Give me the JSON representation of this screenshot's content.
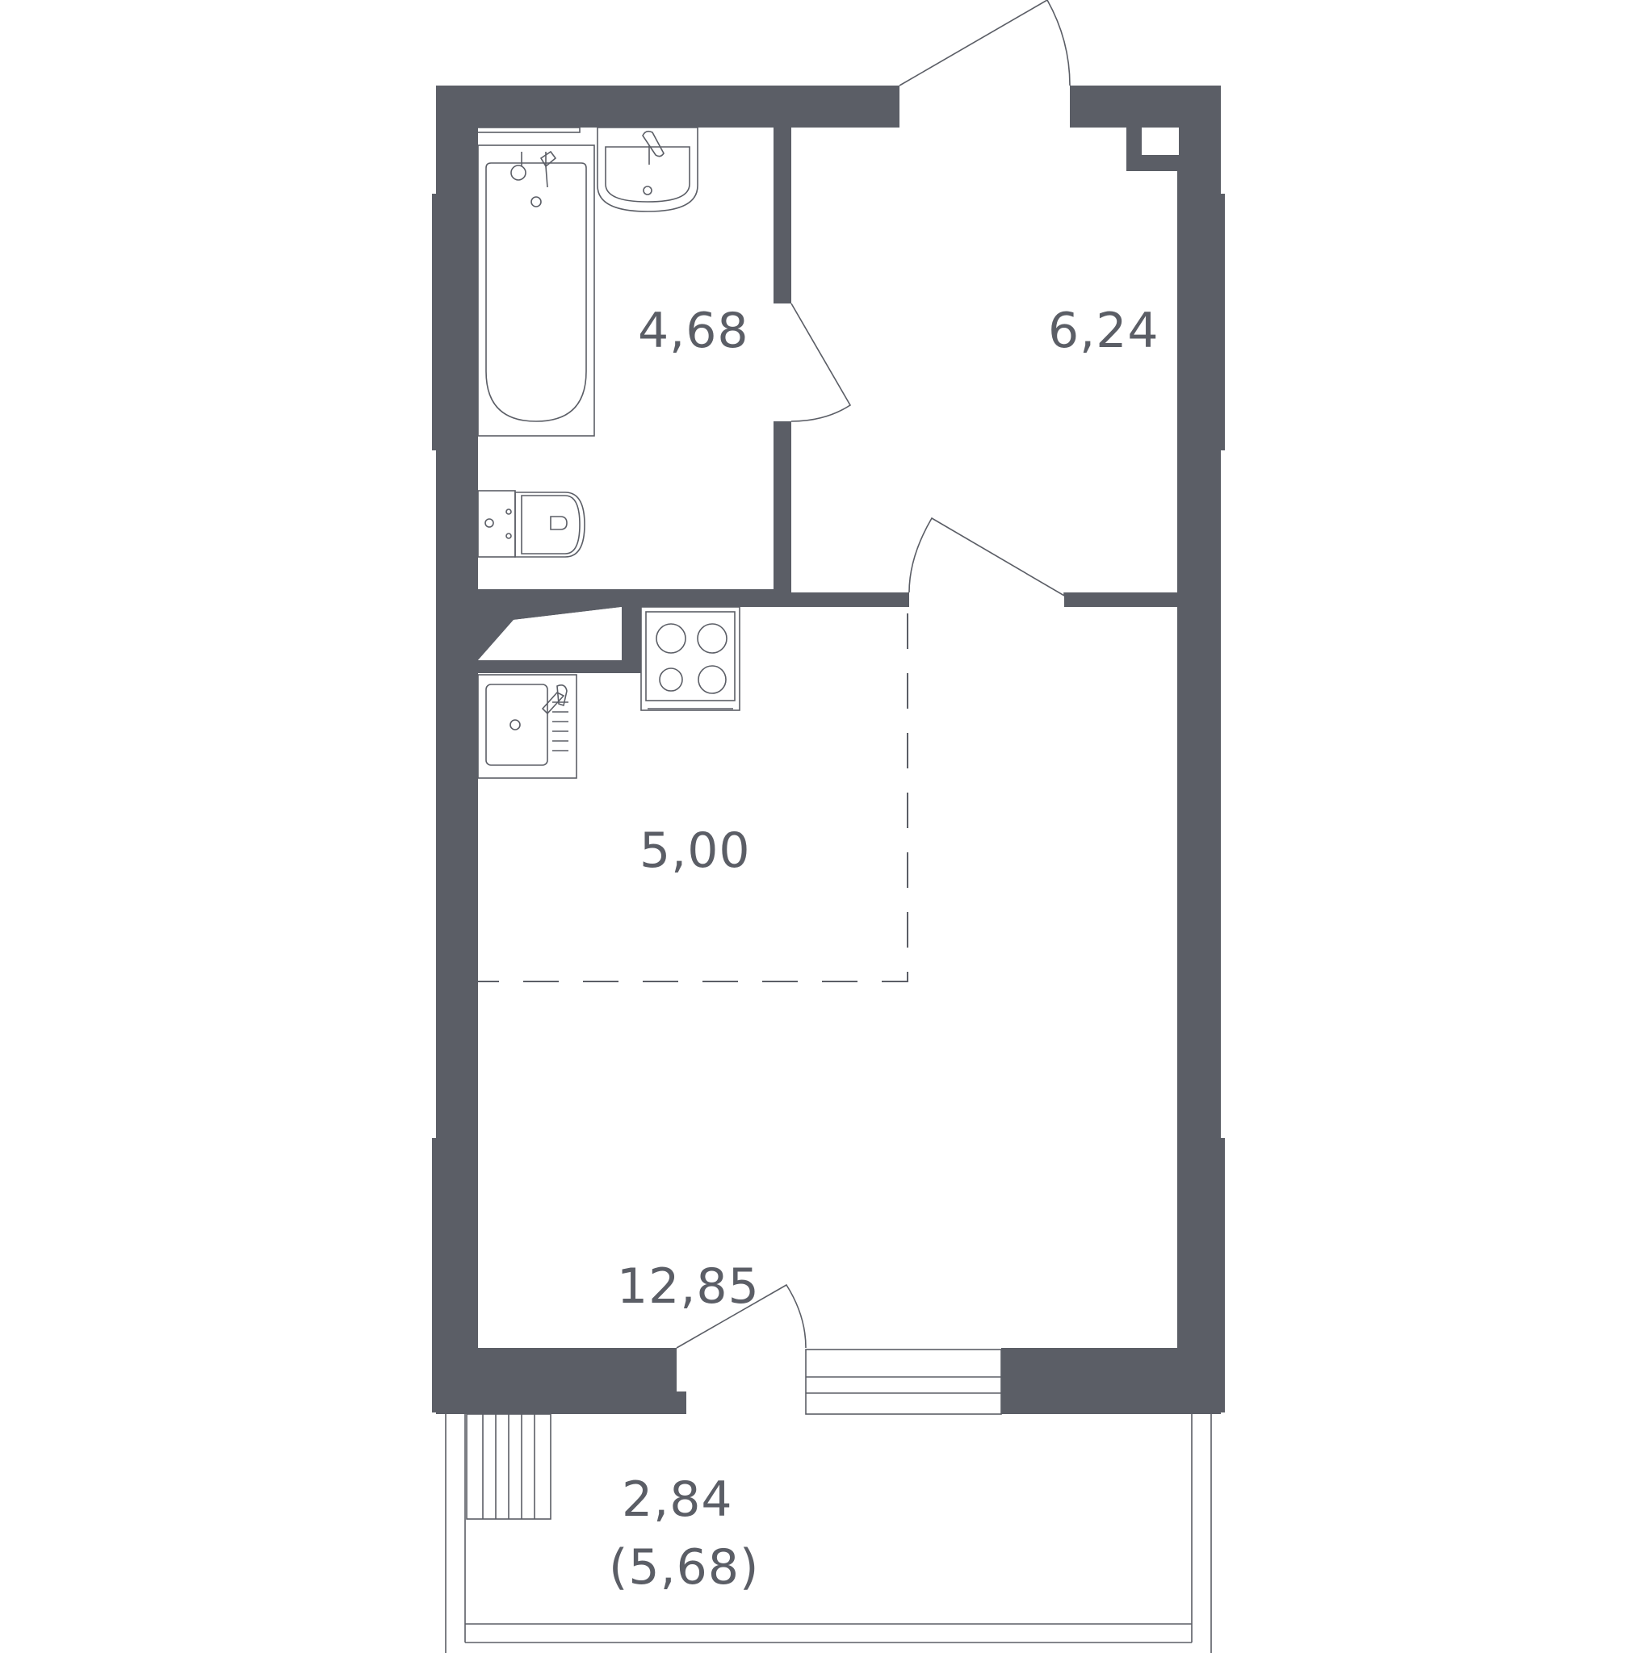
{
  "plan": {
    "rooms": [
      {
        "id": "bathroom",
        "area": "4,68"
      },
      {
        "id": "hallway",
        "area": "6,24"
      },
      {
        "id": "kitchen",
        "area": "5,00"
      },
      {
        "id": "living",
        "area": "12,85"
      },
      {
        "id": "balcony",
        "area": "2,84",
        "area_full": "(5,68)"
      }
    ],
    "colors": {
      "wall": "#5b5e66",
      "background": "#ffffff"
    },
    "fixtures": [
      "bathtub-icon",
      "washbasin-icon",
      "toilet-icon",
      "stove-icon",
      "kitchen-sink-icon"
    ]
  }
}
